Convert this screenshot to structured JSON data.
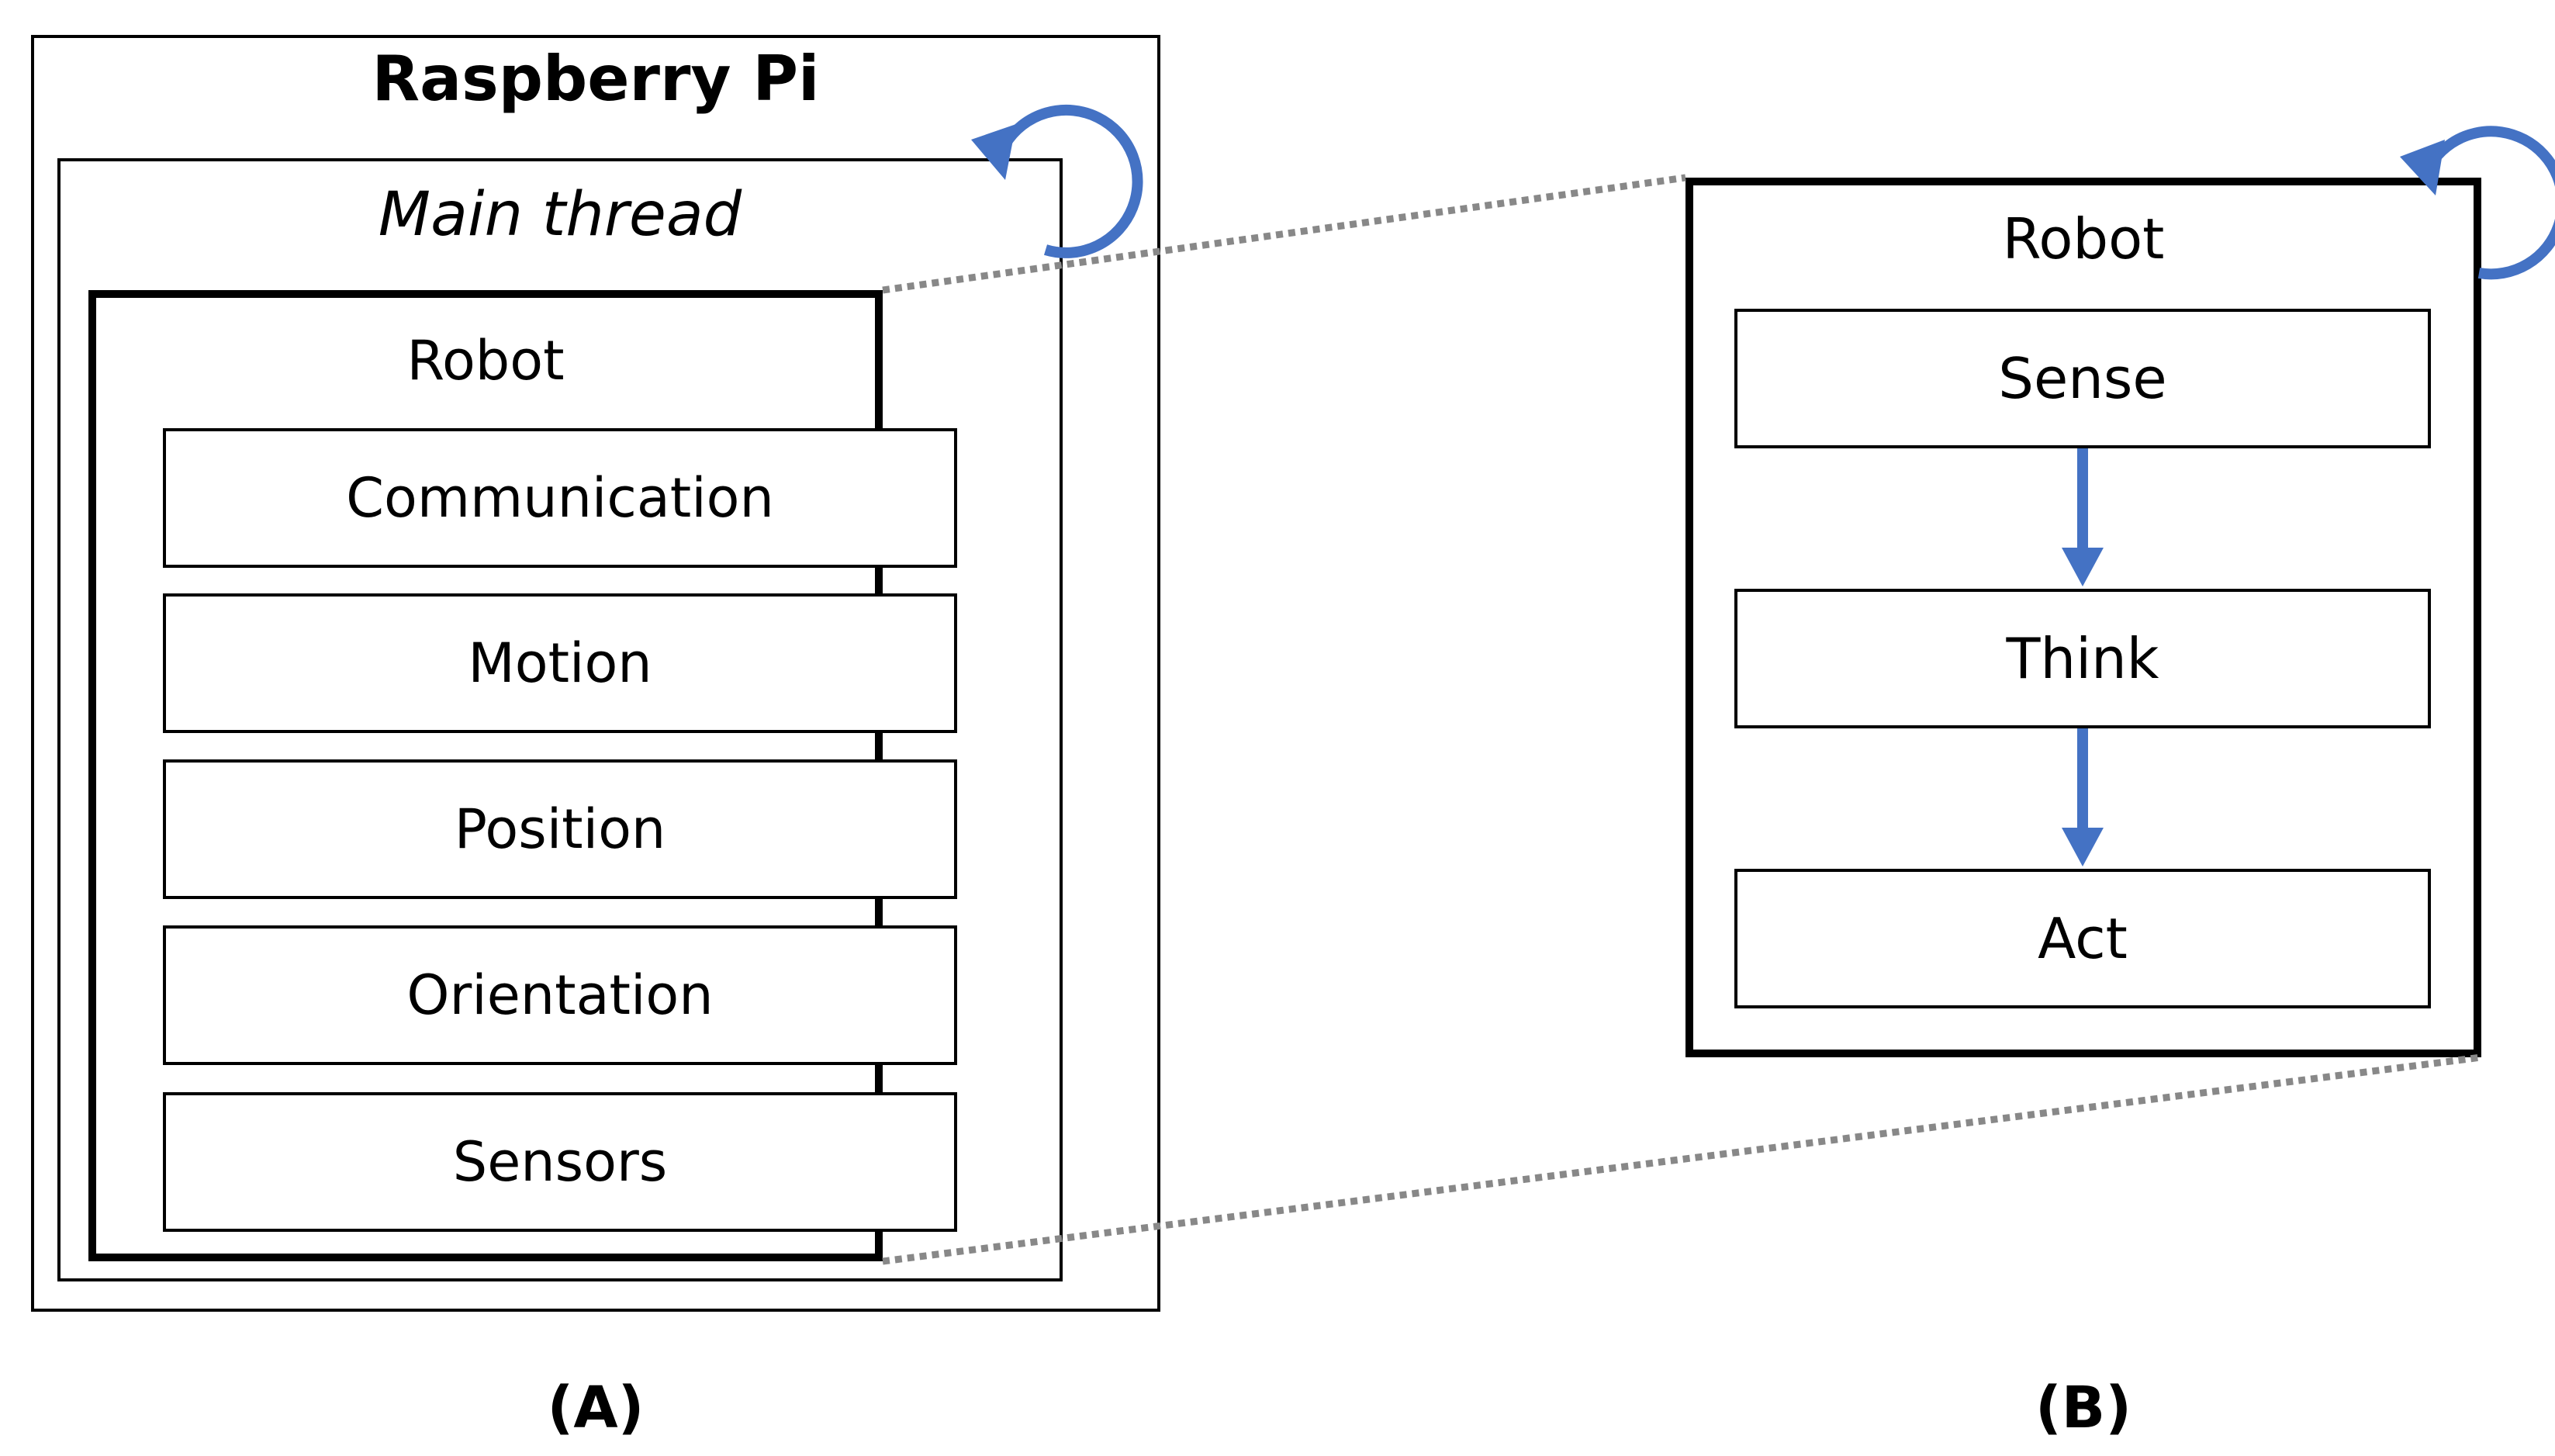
{
  "panel_a": {
    "outer_title": "Raspberry Pi",
    "thread_title": "Main thread",
    "robot_title": "Robot",
    "modules": [
      "Communication",
      "Motion",
      "Position",
      "Orientation",
      "Sensors"
    ],
    "caption": "(A)"
  },
  "panel_b": {
    "robot_title": "Robot",
    "steps": [
      "Sense",
      "Think",
      "Act"
    ],
    "caption": "(B)"
  },
  "colors": {
    "arrow": "#4472C4",
    "border": "#000000",
    "connector": "#888888"
  },
  "icons": [
    "loop-arrow-icon",
    "down-arrow-icon"
  ]
}
